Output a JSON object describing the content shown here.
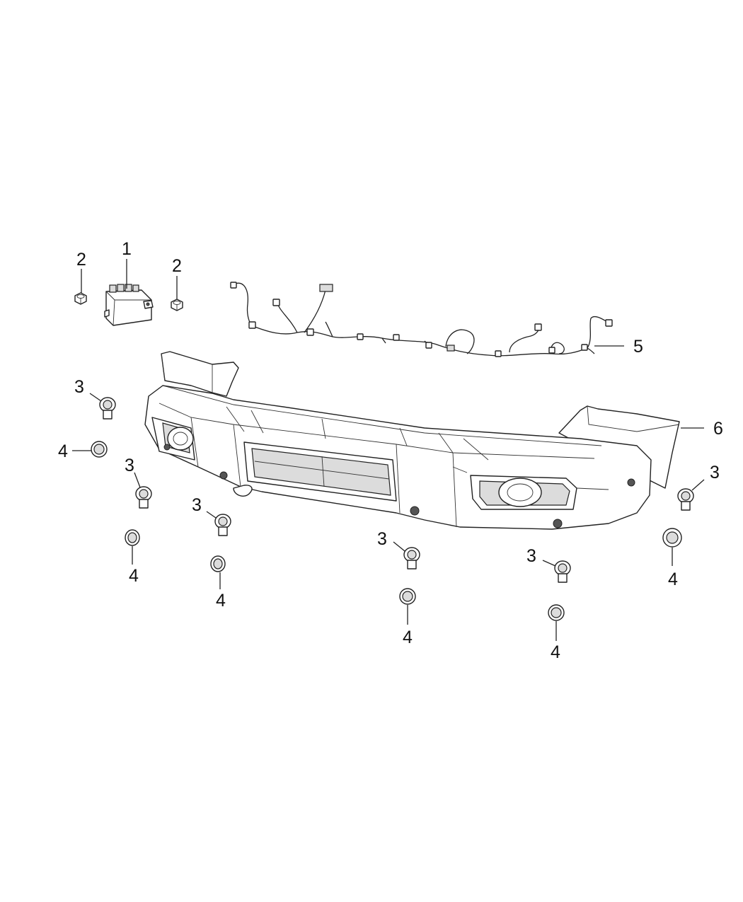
{
  "callouts": {
    "module": "1",
    "nut": "2",
    "sensor": "3",
    "bezel": "4",
    "harness": "5",
    "bumper": "6"
  }
}
